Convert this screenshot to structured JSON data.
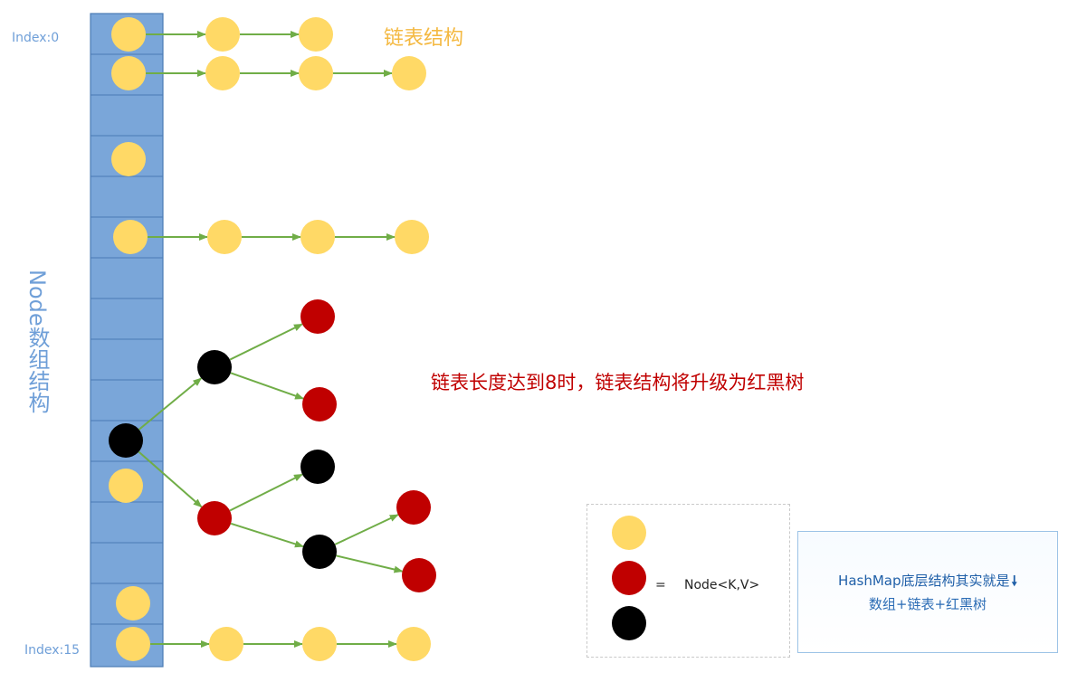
{
  "labels": {
    "index_top": "Index:0",
    "index_bottom": "Index:15",
    "array_title": "Node数组结构",
    "linked_list_label": "链表结构",
    "treeify_note": "链表长度达到8时，链表结构将升级为红黑树"
  },
  "legend": {
    "equals": "=",
    "node_type": "Node<K,V>"
  },
  "info": {
    "line1": "HashMap底层结构其实就是",
    "arrow_icon": "arrow-down-icon",
    "arrow_glyph": "🠗",
    "line2": "数组+链表+红黑树"
  },
  "colors": {
    "array_fill": "#7aa6d9",
    "array_stroke": "#4a7bb5",
    "node_yellow": "#ffd966",
    "node_red": "#c00000",
    "node_black": "#000000",
    "arrow_green": "#70ad47",
    "text_blue": "#6f9fd8",
    "text_orange": "#f4b942",
    "text_red": "#c00000"
  }
}
